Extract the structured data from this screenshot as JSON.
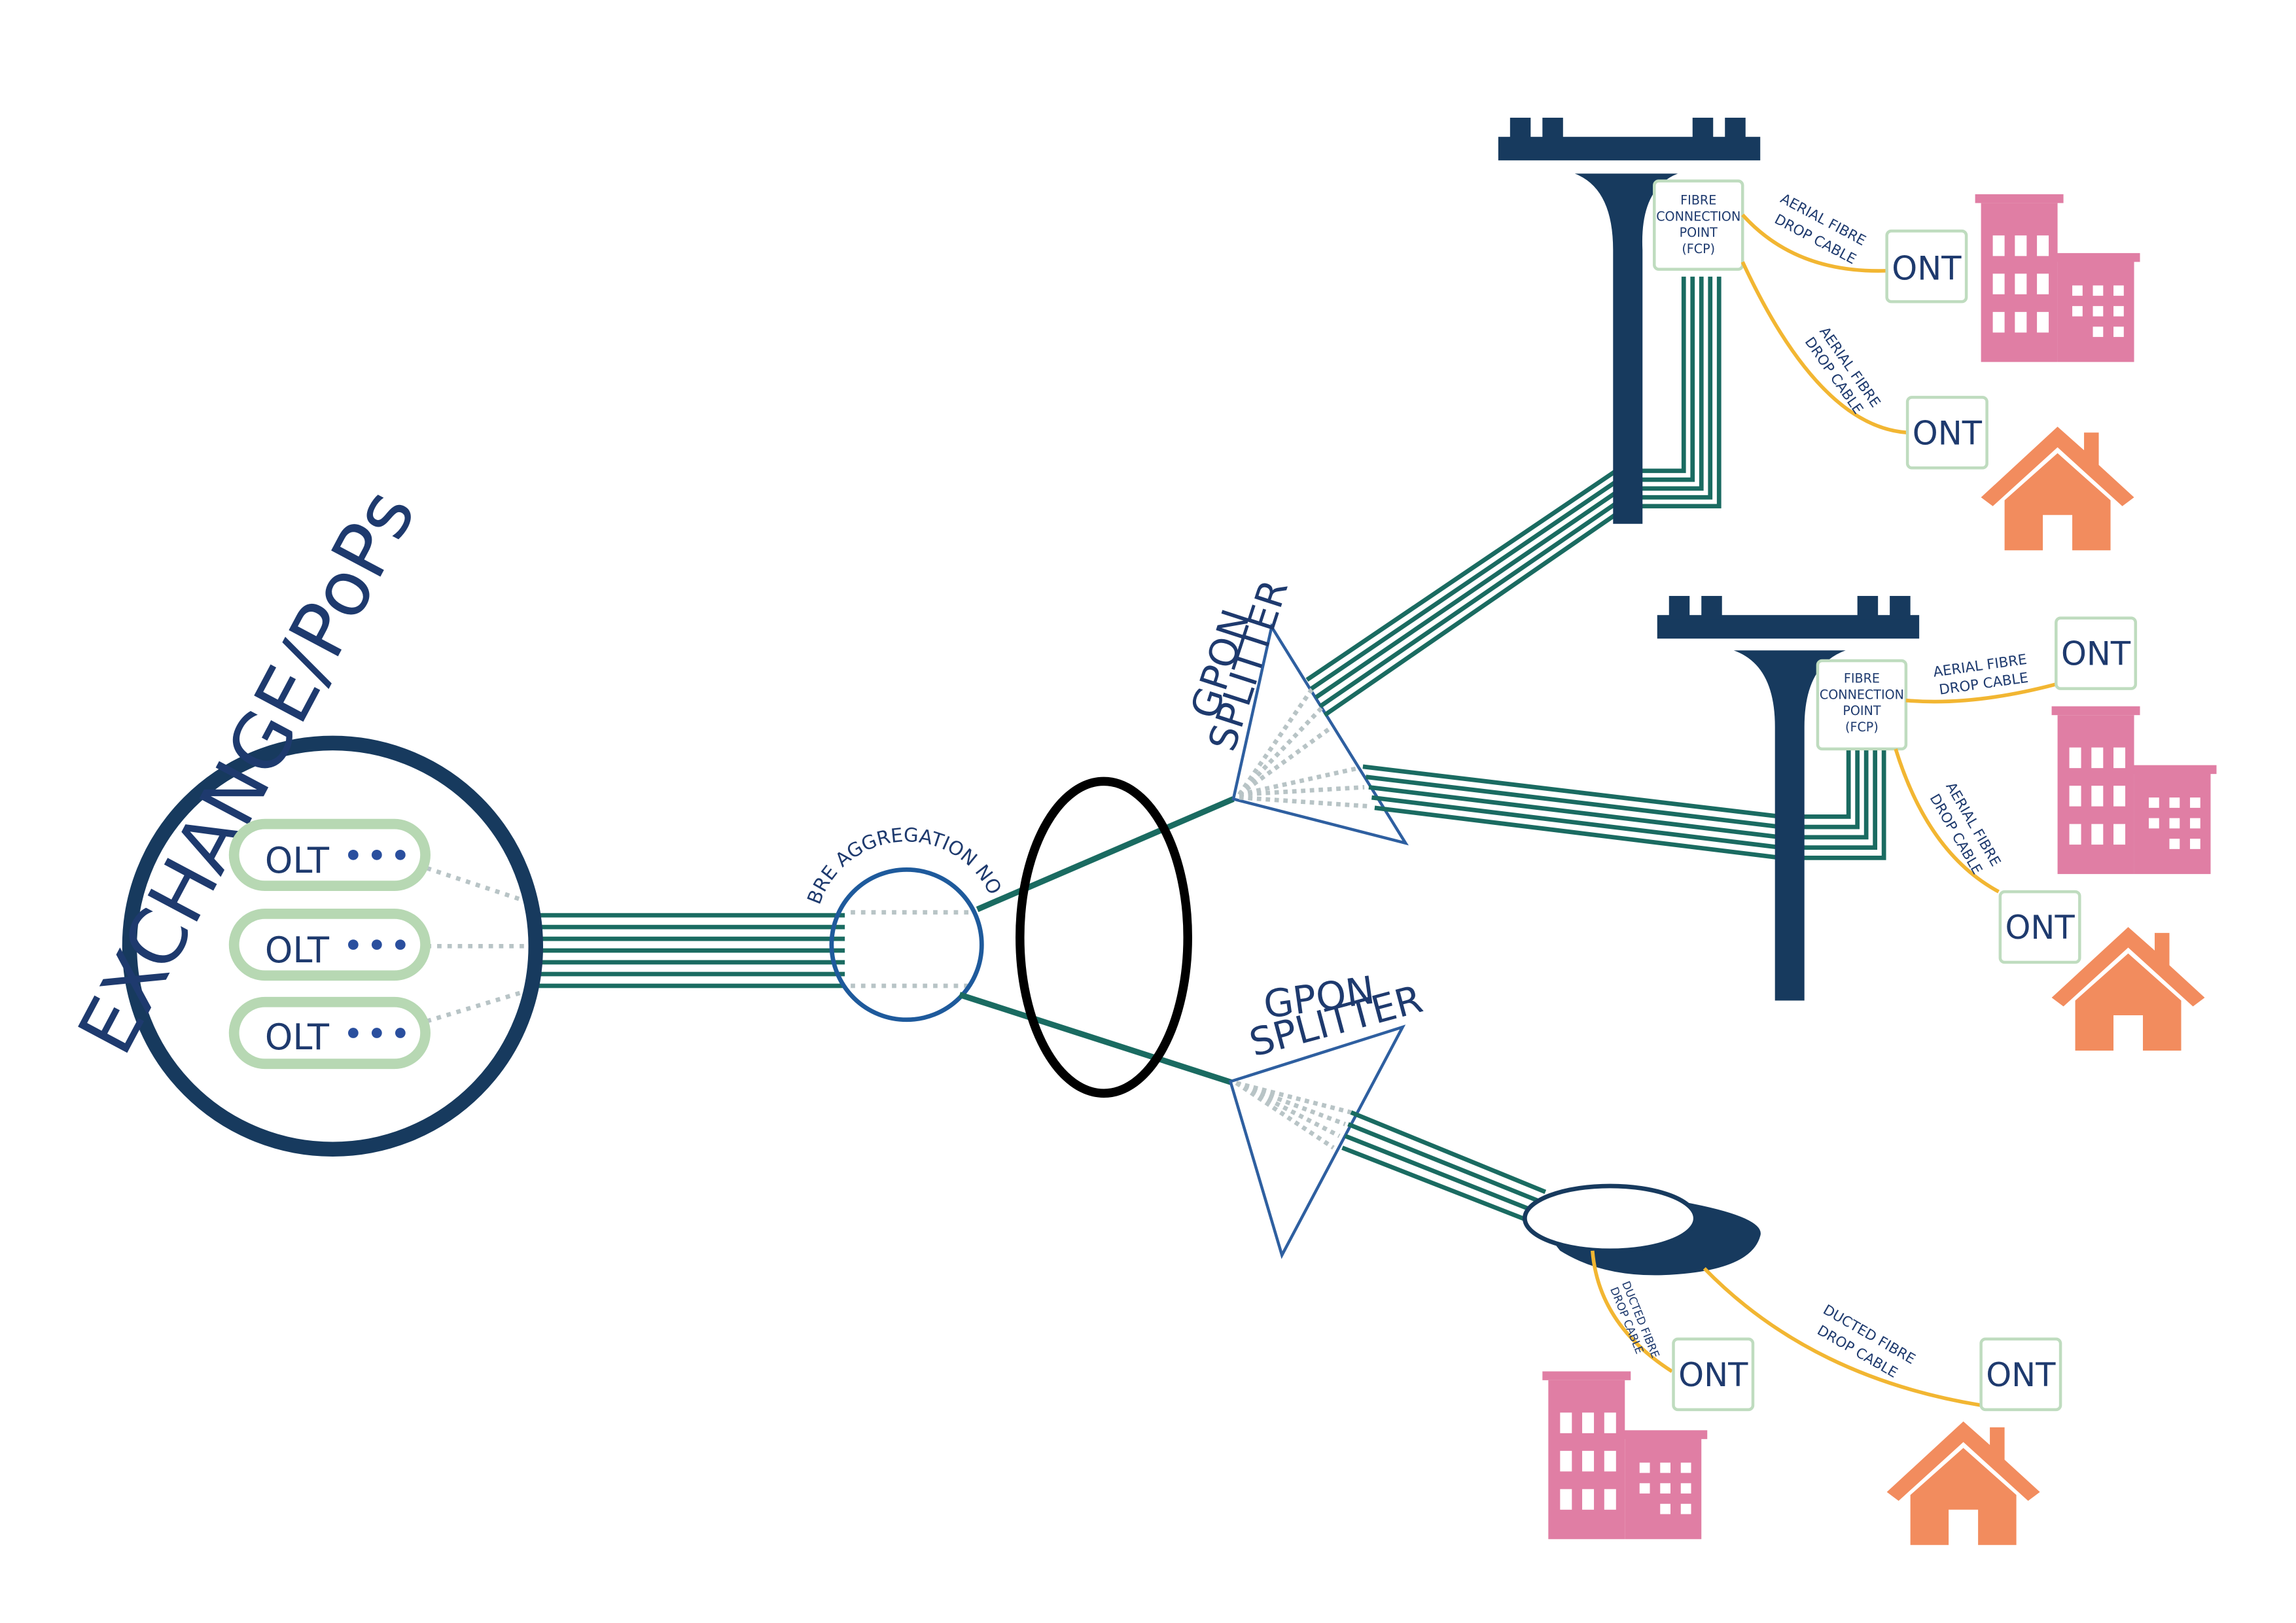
{
  "diagram": {
    "exchange_label": "EXCHANGE/PoPs",
    "olts": [
      {
        "label": "OLT",
        "dots": "•••"
      },
      {
        "label": "OLT",
        "dots": "•••"
      },
      {
        "label": "OLT",
        "dots": "•••"
      }
    ],
    "aggregation_node_label": "FIBRE AGGREGATION NODE",
    "splitters": [
      {
        "line1": "GPON",
        "line2": "SPLITTER"
      },
      {
        "line1": "GPON",
        "line2": "SPLITTER"
      }
    ],
    "fcp": [
      {
        "lines": [
          "FIBRE",
          "CONNECTION",
          "POINT",
          "(FCP)"
        ]
      },
      {
        "lines": [
          "FIBRE",
          "CONNECTION",
          "POINT",
          "(FCP)"
        ]
      }
    ],
    "cables": {
      "aerial": [
        "AERIAL FIBRE",
        "DROP CABLE"
      ],
      "ducted": [
        "DUCTED FIBRE",
        "DROP CABLE"
      ]
    },
    "ont_label": "ONT",
    "colors": {
      "navy": "#173a5e",
      "teal": "#1a6b61",
      "olt_green": "#b7d8b3",
      "ont_border": "#bfdcbf",
      "cable_yellow": "#f2b632",
      "building_pink": "#e07ea4",
      "house_orange": "#f28c5e",
      "splitter_blue": "#2e5fa0"
    },
    "icons": [
      "utility-pole-icon",
      "office-building-icon",
      "house-icon",
      "manhole-icon"
    ]
  }
}
